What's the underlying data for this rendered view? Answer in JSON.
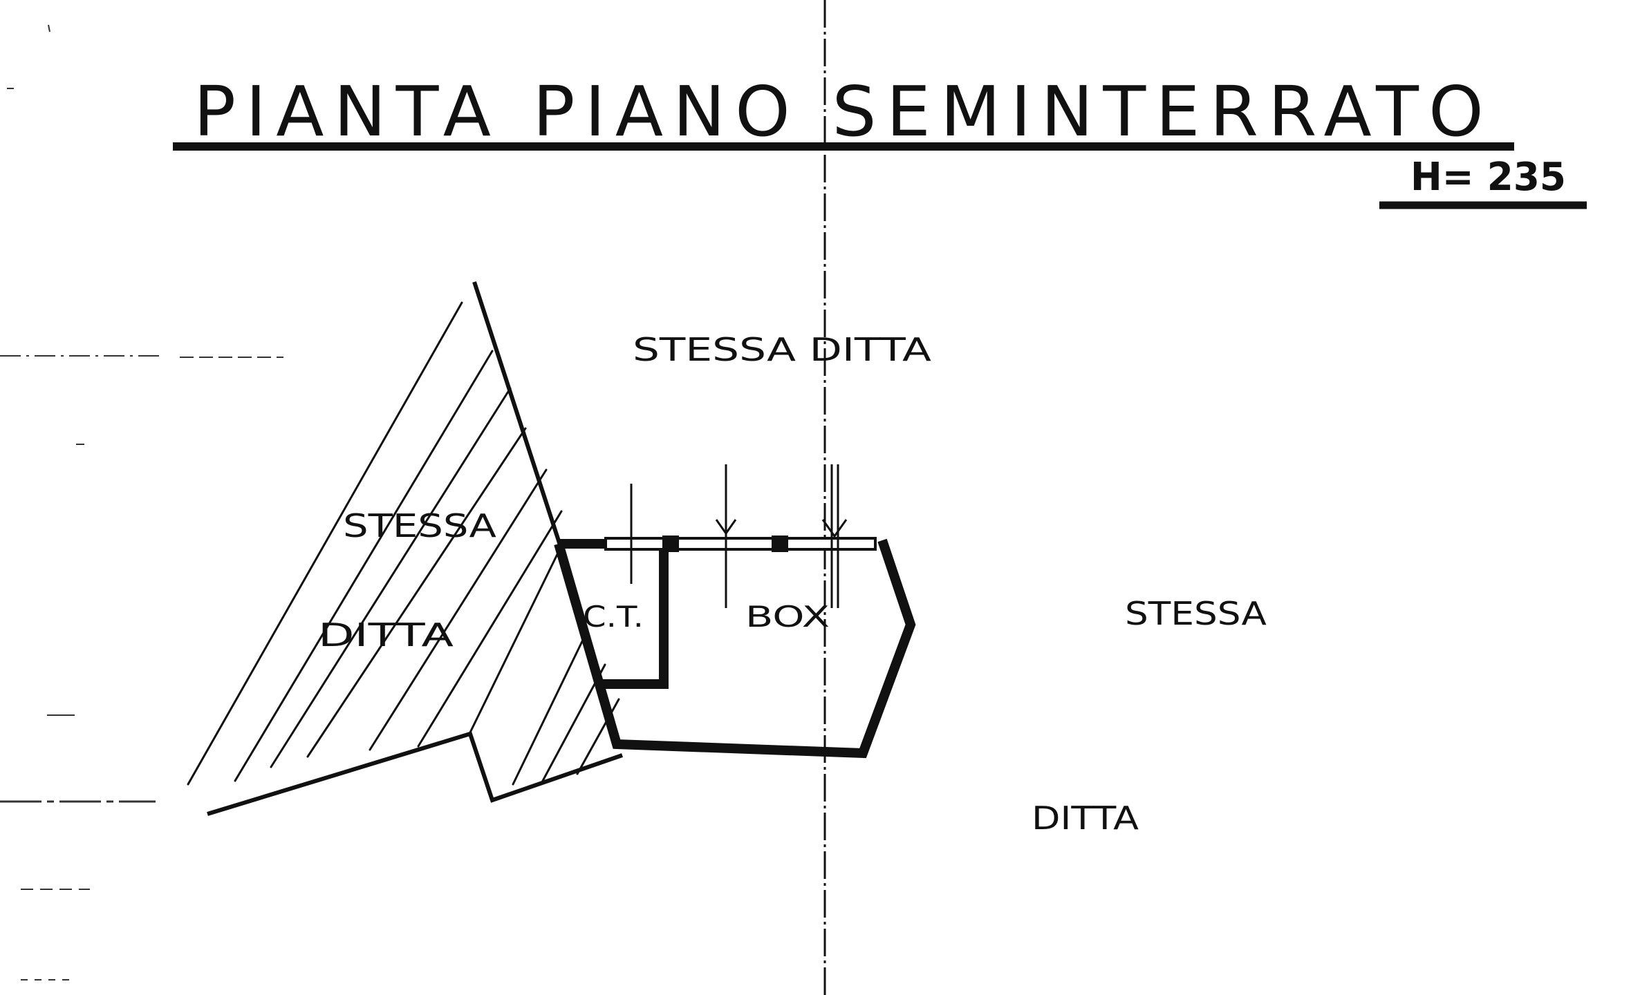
{
  "drawing": {
    "title": "PIANTA PIANO SEMINTERRATO",
    "height_label": "H= 235",
    "labels": {
      "stessa_ditta_top": "STESSA DITTA",
      "stessa_left": "STESSA",
      "ditta_left": "DITTA",
      "ct_room": "C.T.",
      "box_room": "BOX",
      "stessa_right": "STESSA",
      "ditta_right": "DITTA"
    }
  },
  "colors": {
    "ink": "#111111",
    "paper": "#ffffff"
  }
}
